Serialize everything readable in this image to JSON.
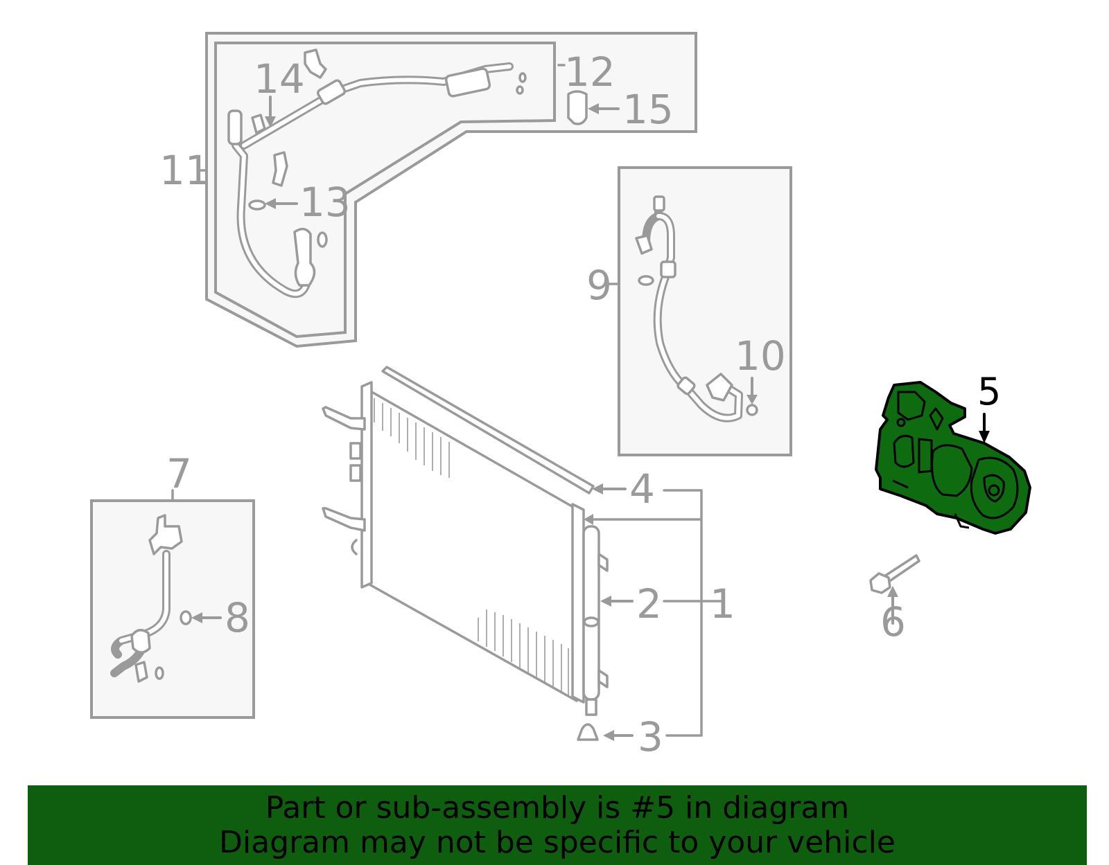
{
  "callouts": {
    "c1": "1",
    "c2": "2",
    "c3": "3",
    "c4": "4",
    "c5": "5",
    "c6": "6",
    "c7": "7",
    "c8": "8",
    "c9": "9",
    "c10": "10",
    "c11": "11",
    "c12": "12",
    "c13": "13",
    "c14": "14",
    "c15": "15"
  },
  "highlight": {
    "part": "5",
    "color": "#0f6b0f"
  },
  "banner": {
    "line1": "Part or sub-assembly is #5 in diagram",
    "line2": "Diagram may not be specific to your vehicle",
    "background": "#0f5e0f"
  }
}
